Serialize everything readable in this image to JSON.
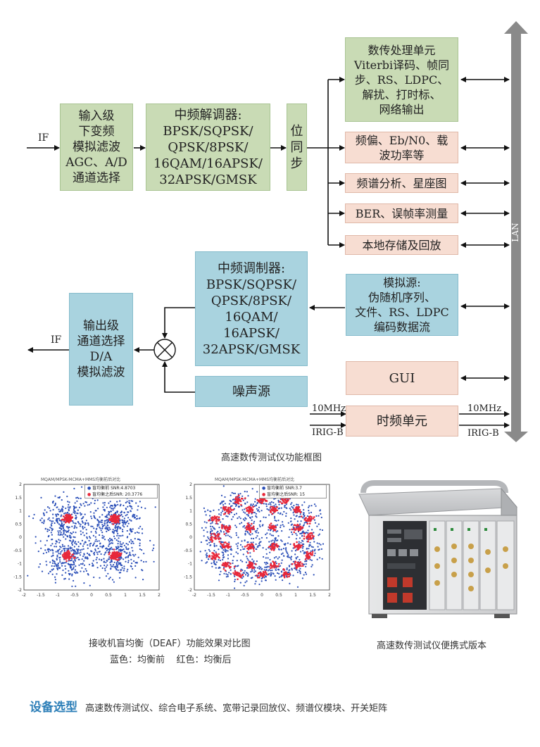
{
  "diagram": {
    "if_in": "IF",
    "if_out": "IF",
    "input_stage": "输入级\n下变频\n模拟滤波\nAGC、A/D\n通道选择",
    "demodulator": "中频解调器:\nBPSK/SQPSK/\nQPSK/8PSK/\n16QAM/16APSK/\n32APSK/GMSK",
    "bit_sync": "位\n同\n步",
    "processing": "数传处理单元\nViterbi译码、帧同\n步、RS、LDPC、\n解扰、打时标、\n网络输出",
    "freq_offset": "频偏、Eb/N0、载\n波功率等",
    "spectrum": "频谱分析、星座图",
    "ber": "BER、误帧率测量",
    "storage": "本地存储及回放",
    "modulator": "中频调制器:\nBPSK/SQPSK/\nQPSK/8PSK/\n16QAM/\n16APSK/\n32APSK/GMSK",
    "sim_source": "模拟源:\n伪随机序列、\n文件、RS、LDPC\n编码数据流",
    "output_stage": "输出级\n通道选择\nD/A\n模拟滤波",
    "noise": "噪声源",
    "gui": "GUI",
    "timing": "时频单元",
    "ref_10mhz_in": "10MHz",
    "irig_in": "IRIG-B",
    "ref_10mhz_out": "10MHz",
    "irig_out": "IRIG-B",
    "lan": "LAN",
    "caption": "高速数传测试仪功能框图"
  },
  "plots": {
    "left": {
      "title": "MQAM/MPSK-MCMA+MMS均衡前后对比",
      "legend_before": "盲均衡前 SNR:4.8703",
      "legend_after": "盲均衡之后SNR: 20.3776",
      "x_ticks": [
        "-2",
        "-1.5",
        "-1",
        "-0.5",
        "0",
        "0.5",
        "1",
        "1.5",
        "2"
      ],
      "y_ticks": [
        "2",
        "1.5",
        "1",
        "0.5",
        "0",
        "-0.5",
        "-1",
        "-1.5",
        "-2"
      ],
      "colors": {
        "before": "#2b4fb8",
        "after": "#e8283a"
      }
    },
    "right": {
      "title": "MQAM/MPSK-MCMA+MMS均衡前后对比",
      "legend_before": "盲均衡前 SNR:3.7",
      "legend_after": "盲均衡之后SNR: 15",
      "x_ticks": [
        "-2",
        "-1.5",
        "-1",
        "-0.5",
        "0",
        "0.5",
        "1",
        "1.5",
        "2"
      ],
      "y_ticks": [
        "2",
        "1.5",
        "1",
        "0.5",
        "0",
        "-0.5",
        "-1",
        "-1.5",
        "-2"
      ],
      "colors": {
        "before": "#2b4fb8",
        "after": "#e8283a"
      }
    },
    "caption_line1": "接收机盲均衡（DEAF）功能效果对比图",
    "caption_line2": "蓝色：均衡前    红色：均衡后",
    "device_caption": "高速数传测试仪便携式版本"
  },
  "footer": {
    "title": "设备选型",
    "text": "高速数传测试仪、综合电子系统、宽带记录回放仪、频谱仪模块、开关矩阵"
  },
  "colors": {
    "green": "#c9dbb5",
    "blue": "#a9d3df",
    "pink": "#f7ddd2",
    "bus": "#8a8a8a",
    "accent": "#2d7fb8"
  }
}
